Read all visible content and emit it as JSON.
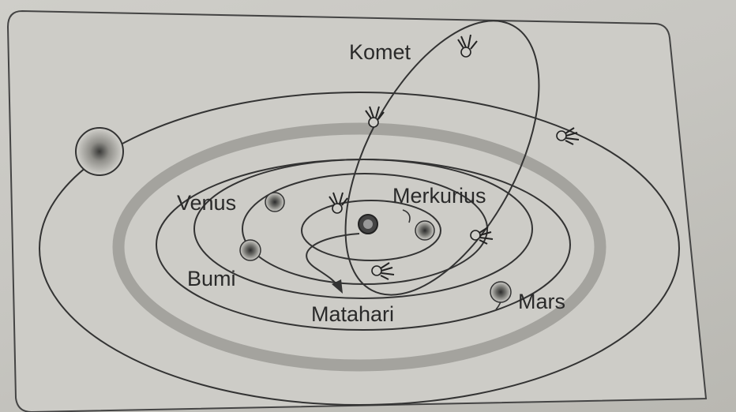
{
  "labels": {
    "comet": "Komet",
    "venus": "Venus",
    "mercury": "Merkurius",
    "earth": "Bumi",
    "sun": "Matahari",
    "mars": "Mars"
  },
  "colors": {
    "ink": "#333333",
    "asteroid_band": "#9c9b96",
    "background": "#cbcac5"
  }
}
